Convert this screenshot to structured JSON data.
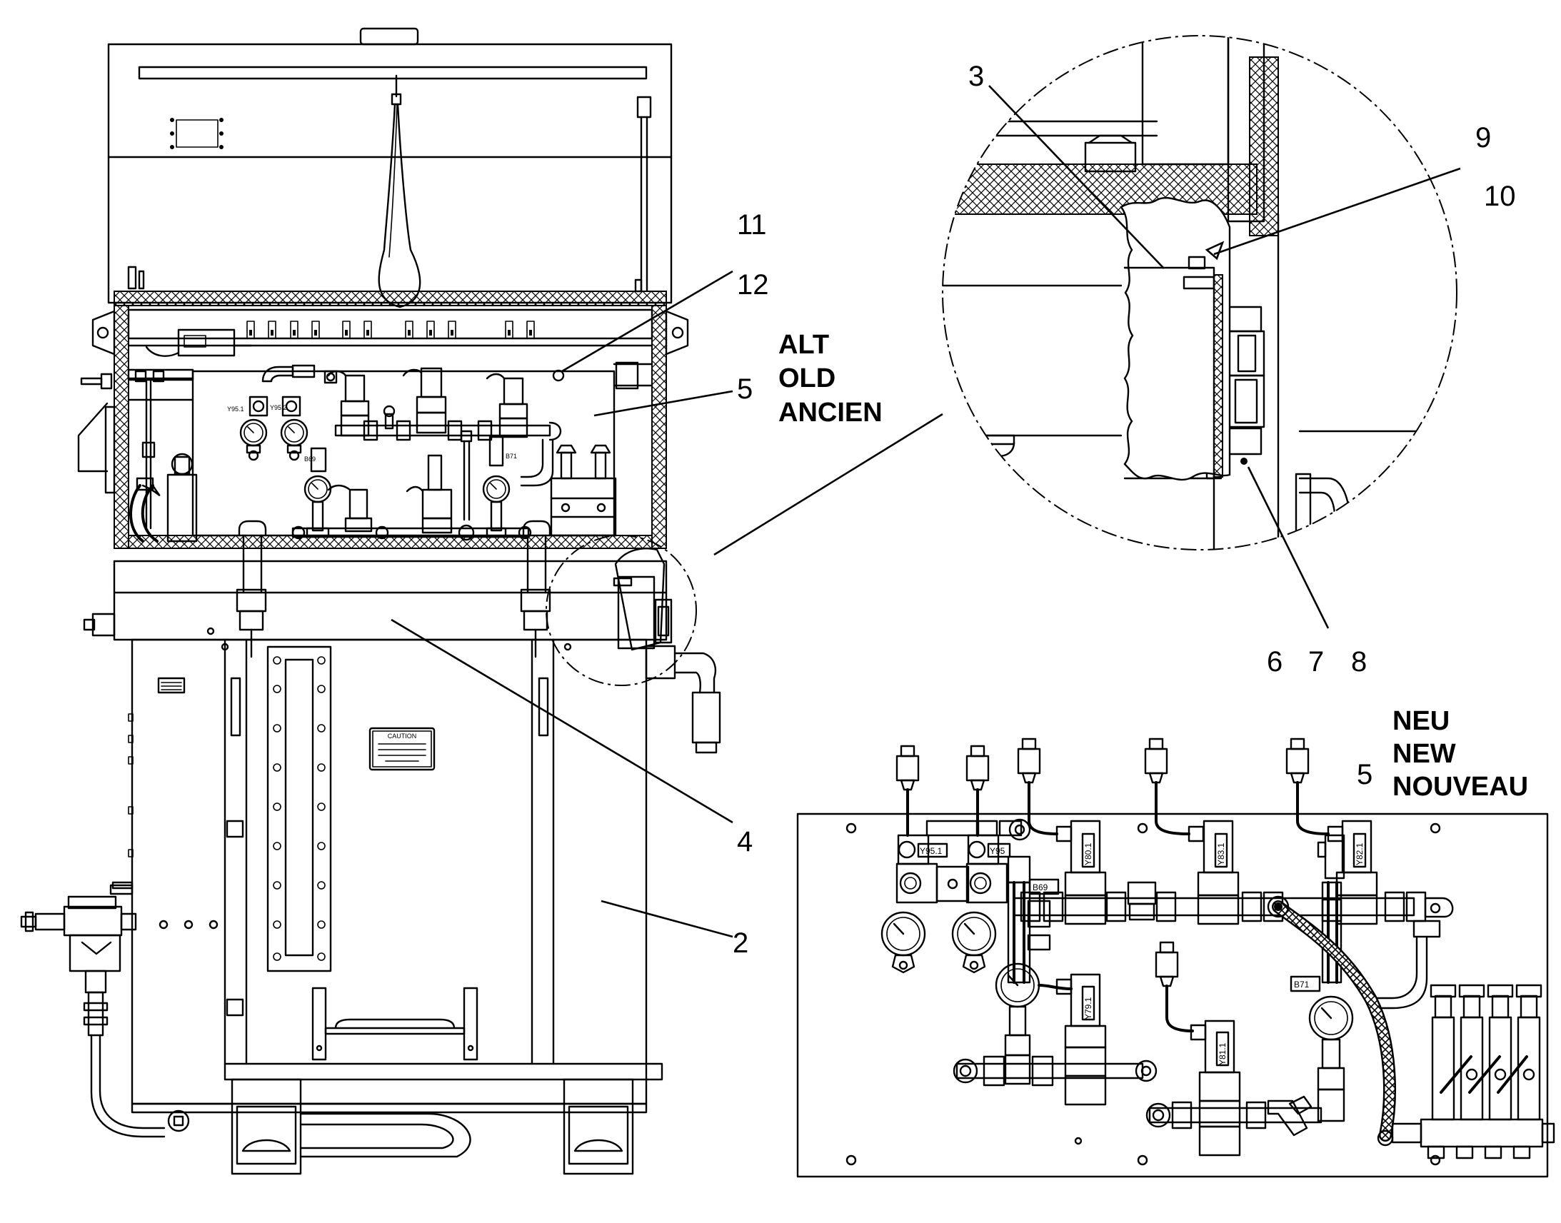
{
  "callouts": {
    "c2": "2",
    "c3": "3",
    "c4": "4",
    "c5_old": "5",
    "c5_new": "5",
    "c6": "6",
    "c7": "7",
    "c8": "8",
    "c9": "9",
    "c10": "10",
    "c11": "11",
    "c12": "12"
  },
  "captions": {
    "old": [
      "ALT",
      "OLD",
      "ANCIEN"
    ],
    "new": [
      "NEU",
      "NEW",
      "NOUVEAU"
    ]
  },
  "component_tags": {
    "y95_1": "Y95.1",
    "y95_2": "Y95",
    "y80_1": "Y80.1",
    "y83_1": "Y83.1",
    "y82_1": "Y82.1",
    "y79_1": "Y79.1",
    "y81_1": "Y81.1",
    "b69": "B69",
    "b71": "B71",
    "old_y95_1": "Y95.1",
    "old_y95_2": "Y95.2",
    "old_b69": "B69",
    "old_b71": "B71"
  },
  "caution_label": "CAUTION"
}
